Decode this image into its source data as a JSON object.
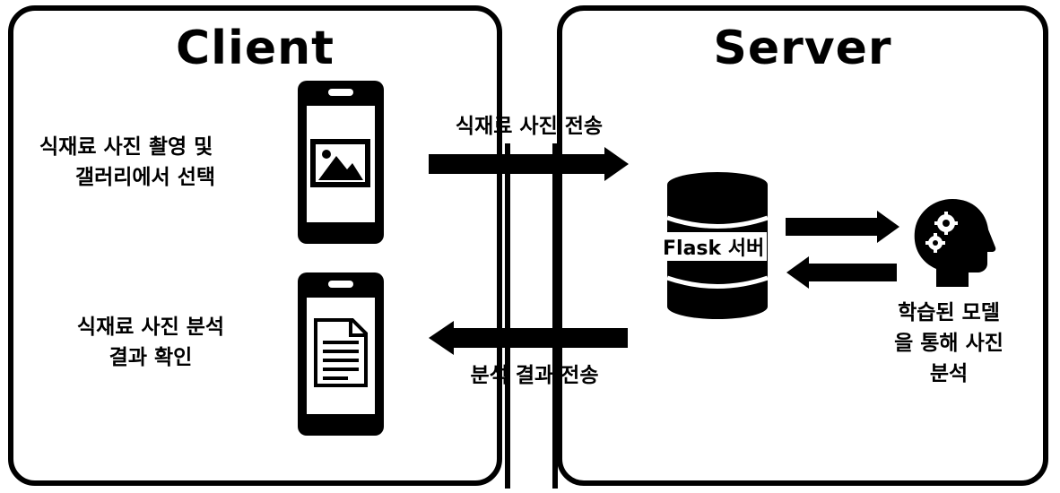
{
  "client": {
    "title": "Client",
    "capture_line1": "식재료 사진 촬영 및",
    "capture_line2": "갤러리에서 선택",
    "result_line1": "식재료 사진 분석",
    "result_line2": "결과 확인"
  },
  "server": {
    "title": "Server",
    "db_label": "Flask 서버",
    "model_line1": "학습된 모델",
    "model_line2": "을 통해 사진",
    "model_line3": "분석"
  },
  "arrows": {
    "send_photo": "식재료 사진 전송",
    "send_result": "분석 결과 전송"
  },
  "icons": [
    "phone-icon",
    "image-icon",
    "document-icon",
    "database-icon",
    "head-gears-icon"
  ],
  "colors": {
    "foreground": "#000000",
    "background": "#ffffff"
  }
}
